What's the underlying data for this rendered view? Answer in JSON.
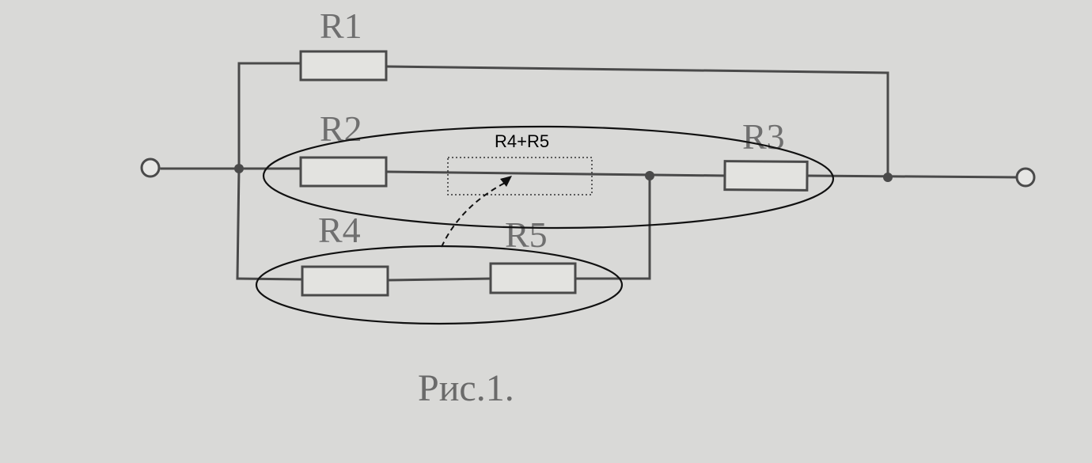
{
  "diagram": {
    "resistors": [
      {
        "id": "r1",
        "label": "R1"
      },
      {
        "id": "r2",
        "label": "R2"
      },
      {
        "id": "r3",
        "label": "R3"
      },
      {
        "id": "r4",
        "label": "R4"
      },
      {
        "id": "r5",
        "label": "R5"
      }
    ],
    "annotation": {
      "label": "R4+R5"
    },
    "caption": "Рис.1."
  }
}
